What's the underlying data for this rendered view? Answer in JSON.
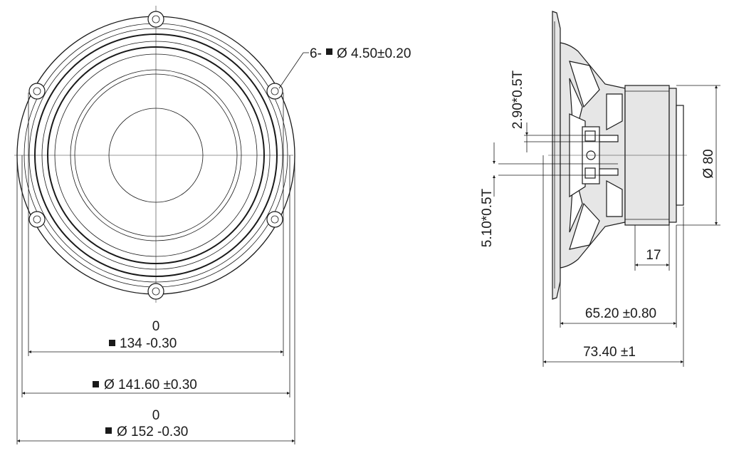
{
  "front_view": {
    "mount_hole_note": {
      "prefix": "6-",
      "text": "Ø 4.50±0.20"
    },
    "dim_134": {
      "upper": "0",
      "lower": "134 -0.30"
    },
    "dim_141": {
      "text": "Ø 141.60 ±0.30"
    },
    "dim_152": {
      "upper": "0",
      "lower": "Ø 152 -0.30"
    }
  },
  "side_view": {
    "terminal_upper": "2.90*0.5T",
    "terminal_lower": "5.10*0.5T",
    "magnet_diameter": "Ø 80",
    "magnet_depth": "17",
    "depth_frame": "65.20 ±0.80",
    "depth_total": "73.40 ±1"
  }
}
